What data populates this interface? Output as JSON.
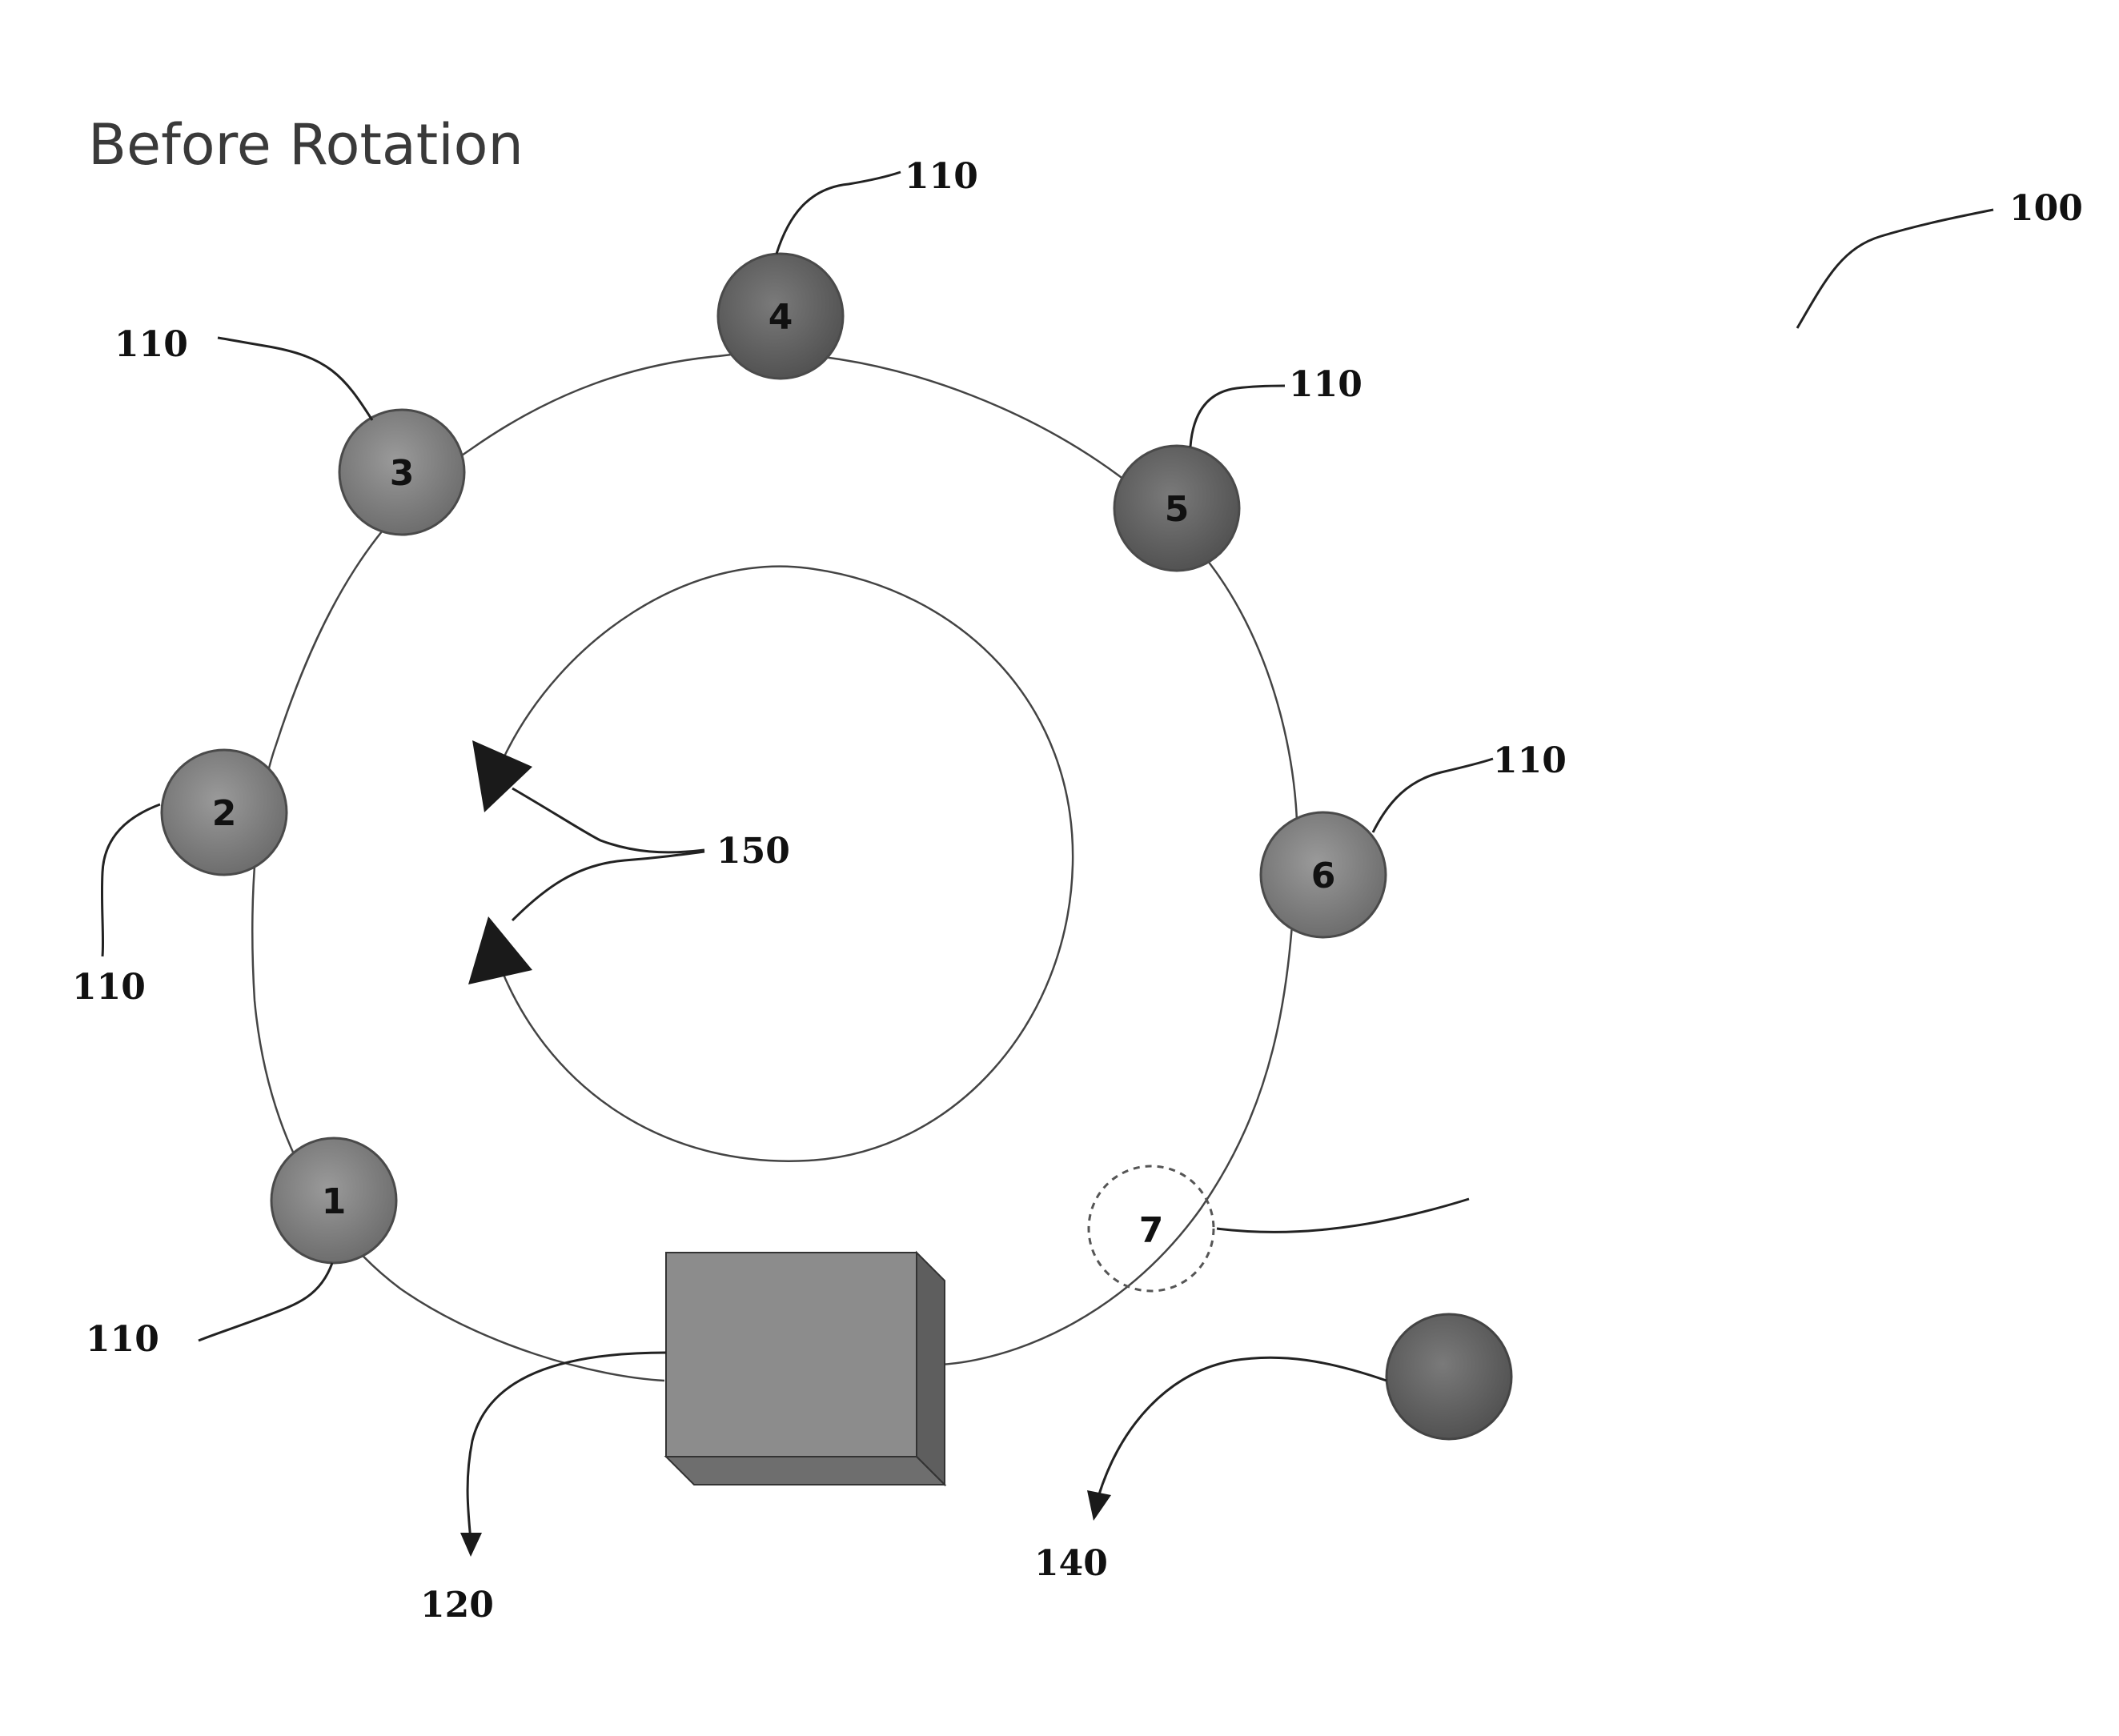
{
  "title": "Before Rotation",
  "figure_ref": "100",
  "node_ref": "110",
  "device_ref": "120",
  "incoming_ref": "140",
  "rotation_ref": "150",
  "nodes": [
    {
      "label": "1"
    },
    {
      "label": "2"
    },
    {
      "label": "3"
    },
    {
      "label": "4"
    },
    {
      "label": "5"
    },
    {
      "label": "6"
    },
    {
      "label": "7"
    }
  ],
  "colors": {
    "node_fill": "#7a7a7a",
    "node_stroke": "#4a4a4a",
    "device_front": "#8c8c8c",
    "device_side": "#5e5e5e",
    "device_bottom": "#6e6e6e",
    "arrowhead": "#1a1a1a",
    "incoming_node": "#5f5f5f"
  }
}
